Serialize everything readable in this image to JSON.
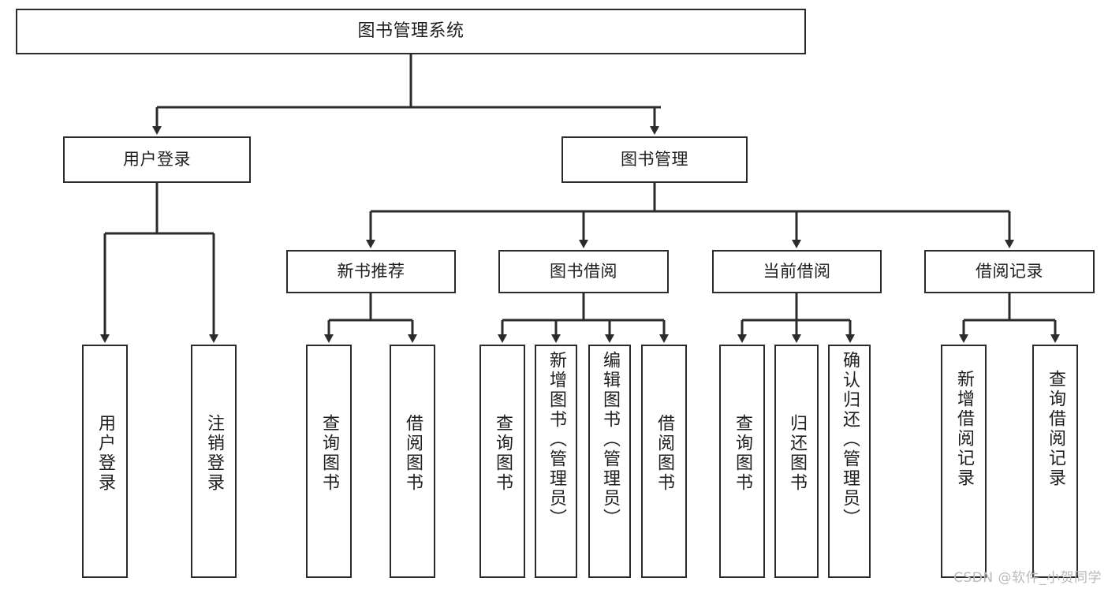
{
  "diagram": {
    "title": "图书管理系统",
    "type": "tree-hierarchy",
    "watermark": "CSDN @软件_小贺同学",
    "colors": {
      "node_border": "#2b2b2b",
      "node_fill": "#ffffff",
      "edge": "#2b2b2b",
      "text": "#1f1f1f",
      "background": "#ffffff",
      "watermark": "#b9b9b9"
    },
    "levels": {
      "root": [
        "图书管理系统"
      ],
      "level2": [
        "用户登录",
        "图书管理"
      ],
      "level3": [
        "新书推荐",
        "图书借阅",
        "当前借阅",
        "借阅记录"
      ],
      "leaves": [
        "用户登录",
        "注销登录",
        "查询图书",
        "借阅图书",
        "查询图书",
        "新增图书（管理员）",
        "编辑图书（管理员）",
        "借阅图书",
        "查询图书",
        "归还图书",
        "确认归还（管理员）",
        "新增借阅记录",
        "查询借阅记录"
      ]
    },
    "nodes": {
      "root": {
        "label": "图书管理系统"
      },
      "user_login": {
        "label": "用户登录"
      },
      "book_manage": {
        "label": "图书管理"
      },
      "new_book_rec": {
        "label": "新书推荐"
      },
      "book_borrow": {
        "label": "图书借阅"
      },
      "current_borrow": {
        "label": "当前借阅"
      },
      "borrow_record": {
        "label": "借阅记录"
      },
      "leaf_user_login": {
        "label": "用户登录"
      },
      "leaf_logout": {
        "label": "注销登录"
      },
      "leaf_query_book_a": {
        "label": "查询图书"
      },
      "leaf_borrow_book_a": {
        "label": "借阅图书"
      },
      "leaf_query_book_b": {
        "label": "查询图书"
      },
      "leaf_add_book": {
        "label": "新增图书（管理员）"
      },
      "leaf_edit_book": {
        "label": "编辑图书（管理员）"
      },
      "leaf_borrow_book_b": {
        "label": "借阅图书"
      },
      "leaf_query_book_c": {
        "label": "查询图书"
      },
      "leaf_return_book": {
        "label": "归还图书"
      },
      "leaf_confirm_return": {
        "label": "确认归还（管理员）"
      },
      "leaf_add_record": {
        "label": "新增借阅记录"
      },
      "leaf_query_record": {
        "label": "查询借阅记录"
      }
    }
  }
}
